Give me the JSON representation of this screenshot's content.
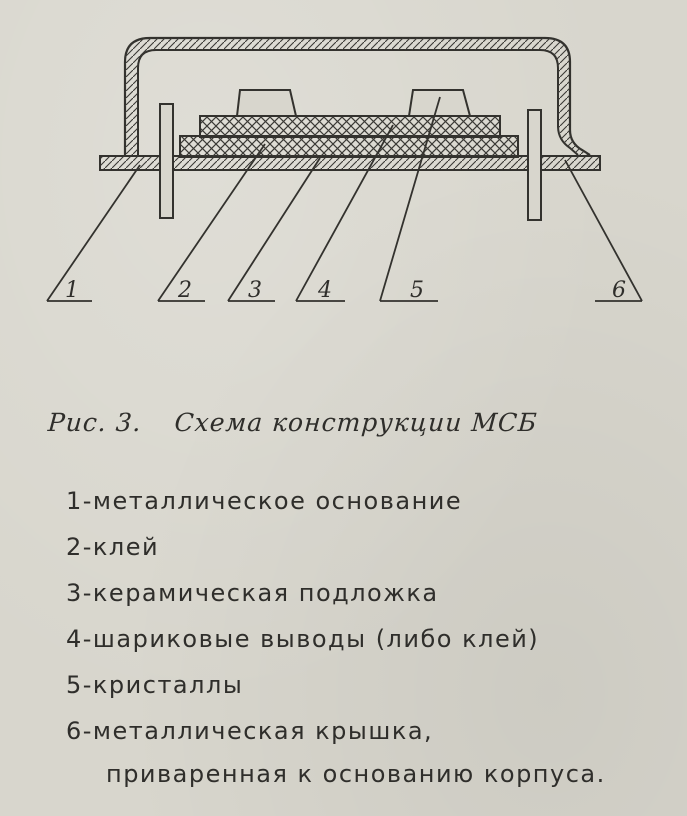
{
  "caption": {
    "figure": "Рис. 3.",
    "title": "Схема конструкции МСБ"
  },
  "callouts": [
    "1",
    "2",
    "3",
    "4",
    "5",
    "6"
  ],
  "legend": [
    {
      "text": "1-металлическое основание"
    },
    {
      "text": "2-клей"
    },
    {
      "text": "3-керамическая подложка"
    },
    {
      "text": "4-шариковые выводы (либо клей)"
    },
    {
      "text": "5-кристаллы"
    },
    {
      "text": "6-металлическая крышка,"
    }
  ],
  "legend_continuation": "приваренная к основанию корпуса.",
  "colors": {
    "ink": "#2f2e2b",
    "paper": "#d8d6cd"
  }
}
